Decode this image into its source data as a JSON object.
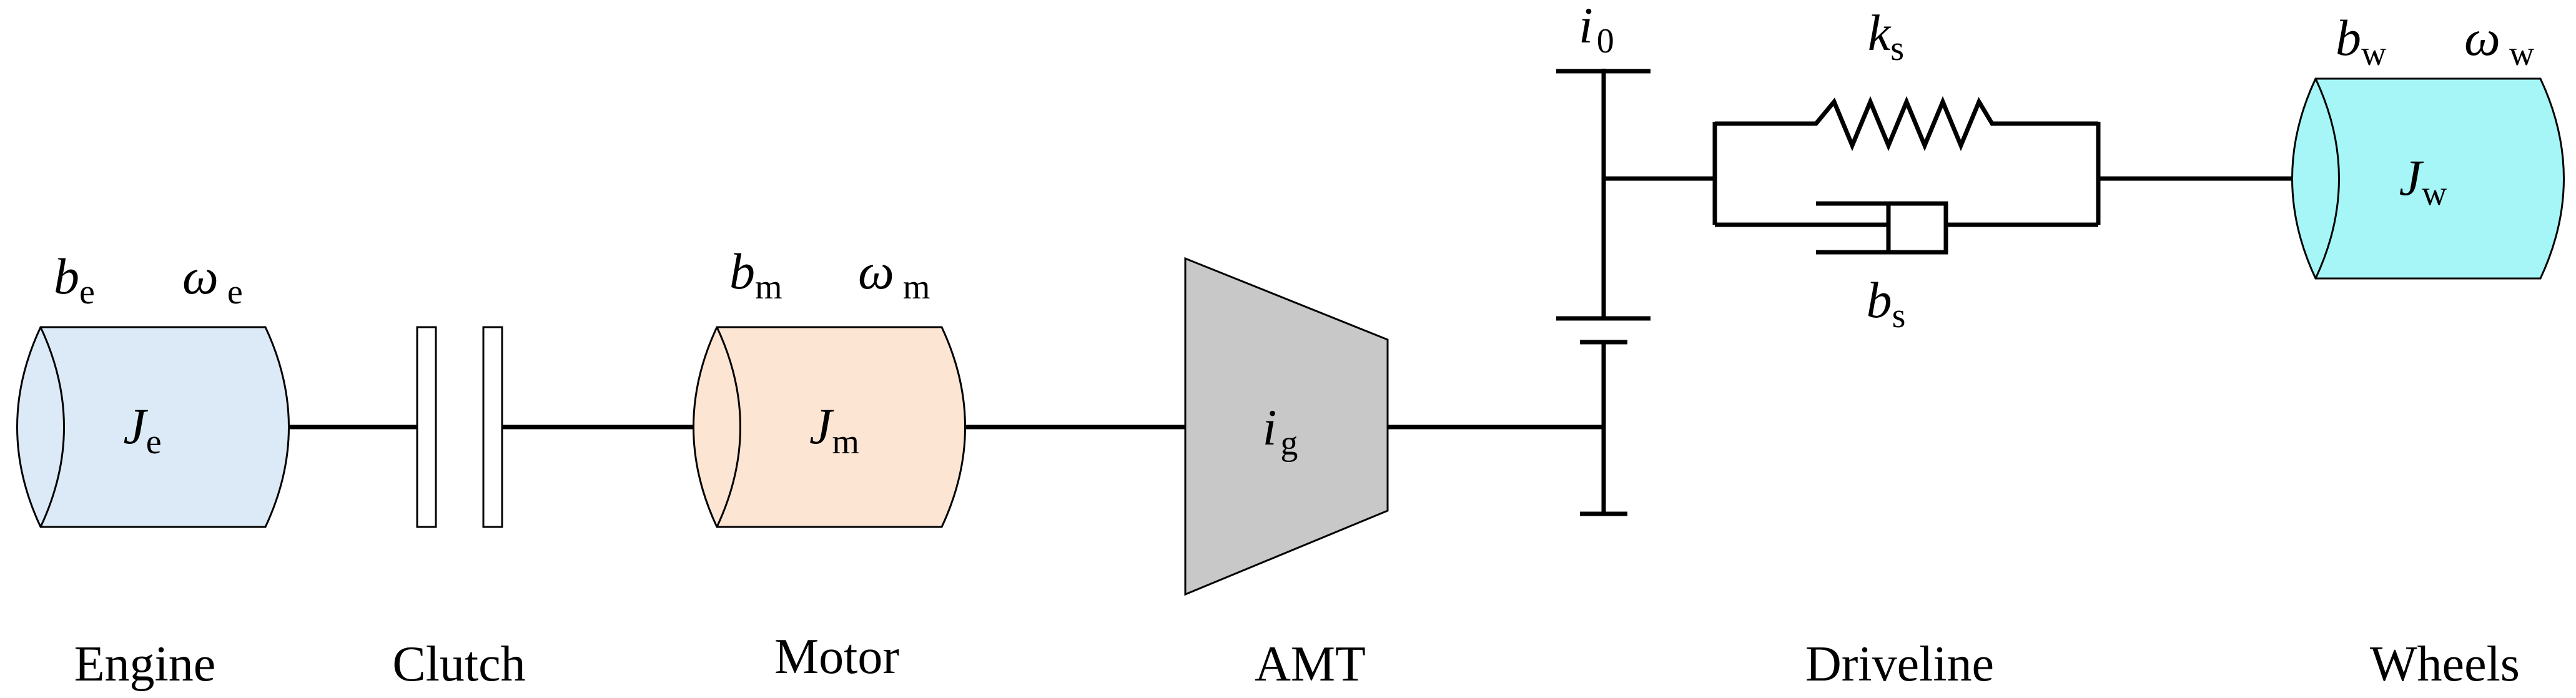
{
  "colors": {
    "engine_fill": "#dbeaf6",
    "motor_fill": "#fde5d3",
    "amt_fill": "#c8c8c8",
    "wheels_fill": "#a6f6f8",
    "clutch_fill": "#ffffff",
    "line": "#000000"
  },
  "components": {
    "engine": {
      "caption": "Engine",
      "inertia": {
        "sym": "J",
        "sub": "e"
      },
      "damping": {
        "sym": "b",
        "sub": "e"
      },
      "speed": {
        "sym": "ω",
        "sub": "e"
      }
    },
    "clutch": {
      "caption": "Clutch"
    },
    "motor": {
      "caption": "Motor",
      "inertia": {
        "sym": "J",
        "sub": "m"
      },
      "damping": {
        "sym": "b",
        "sub": "m"
      },
      "speed": {
        "sym": "ω",
        "sub": "m"
      }
    },
    "amt": {
      "caption": "AMT",
      "ratio": {
        "sym": "i",
        "sub": "g"
      }
    },
    "driveline": {
      "caption": "Driveline",
      "final_ratio": {
        "sym": "i",
        "sub": "0"
      },
      "stiffness": {
        "sym": "k",
        "sub": "s"
      },
      "damping": {
        "sym": "b",
        "sub": "s"
      }
    },
    "wheels": {
      "caption": "Wheels",
      "inertia": {
        "sym": "J",
        "sub": "w"
      },
      "damping": {
        "sym": "b",
        "sub": "w"
      },
      "speed": {
        "sym": "ω",
        "sub": "w"
      }
    }
  }
}
